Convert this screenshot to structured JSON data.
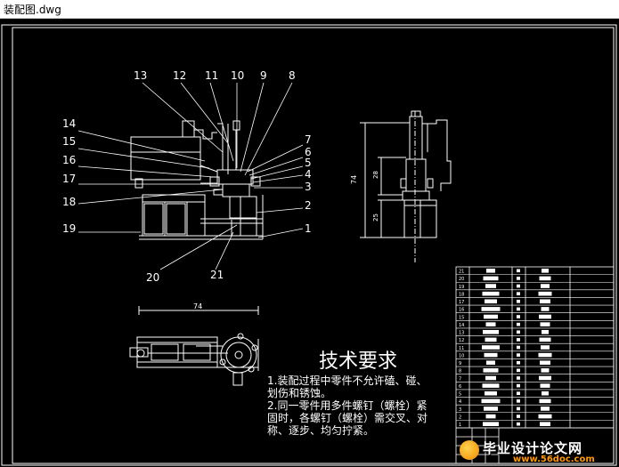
{
  "window": {
    "title": "装配图.dwg"
  },
  "callouts_top": [
    "13",
    "12",
    "11",
    "10",
    "9",
    "8"
  ],
  "callouts_left": [
    "14",
    "15",
    "16",
    "17",
    "18",
    "19"
  ],
  "callouts_right": [
    "7",
    "6",
    "5",
    "4",
    "3",
    "2",
    "1"
  ],
  "callouts_bottom": [
    "20",
    "21"
  ],
  "dimensions": {
    "side_height": "74",
    "side_mid": "28",
    "side_low": "25",
    "plan_width": "74"
  },
  "tech_requirements": {
    "heading": "技术要求",
    "line1": "1.装配过程中零件不允许磕、碰、",
    "line2": "划伤和锈蚀。",
    "line3": "2.同一零件用多件螺钉（螺栓）紧",
    "line4": "固时，各螺钉（螺栓）需交叉、对",
    "line5": "称、逐步、均匀拧紧。"
  },
  "bom_numbers": [
    "21",
    "20",
    "19",
    "18",
    "17",
    "16",
    "15",
    "14",
    "13",
    "12",
    "11",
    "10",
    "9",
    "8",
    "7",
    "6",
    "5",
    "4",
    "3",
    "2",
    "1"
  ],
  "watermark": {
    "text": "毕业设计论文网",
    "url": "www.56doc.com"
  },
  "colors": {
    "background": "#000000",
    "lines": "#ffffff",
    "text": "#ffffff",
    "watermark_accent": "#ff9a00"
  }
}
